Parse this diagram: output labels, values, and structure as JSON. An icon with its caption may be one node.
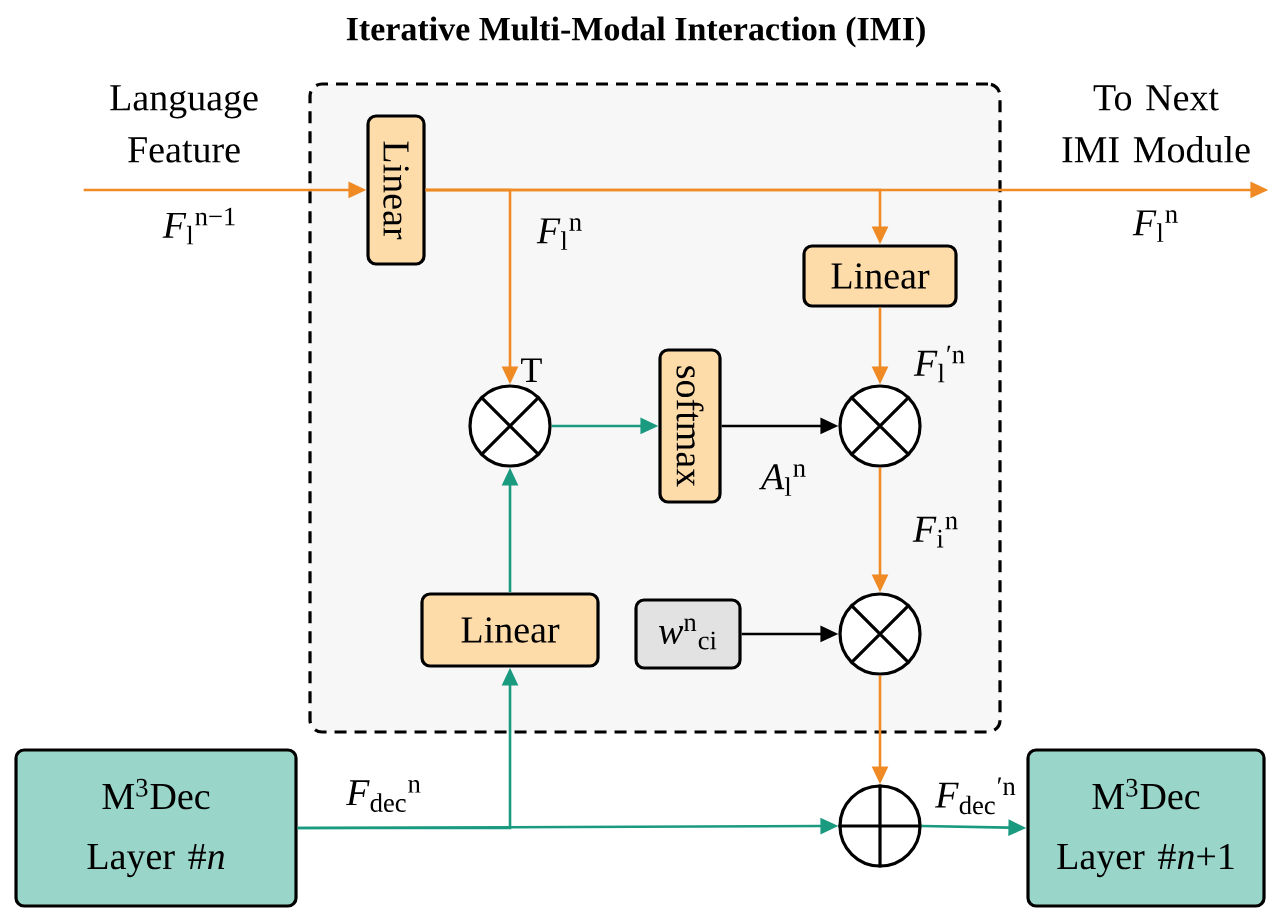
{
  "diagram": {
    "nodes": [
      {
        "text": [
          "Iterative Multi-Modal Interaction (IMI)"
        ]
      },
      {
        "text": [
          "Language Feature"
        ]
      },
      {
        "text": [
          "Linear"
        ],
        "in": 0
      },
      {
        "text": [
          "To Next IMI Module"
        ]
      },
      {
        "text": [
          "Linear"
        ],
        "in": 0
      },
      {
        "text": [],
        "shape": "circle",
        "beside": [
          "T"
        ],
        "in": 0
      },
      {
        "text": [
          "softmax"
        ],
        "in": 0
      },
      {
        "text": [],
        "shape": "circle",
        "in": 0
      },
      {
        "text": [],
        "shape": "circle",
        "in": 0
      },
      {
        "text": [
          "Linear"
        ],
        "in": 0
      },
      {
        "text": [
          "*w*$^{n}$$_{ci}$"
        ],
        "in": 0
      },
      {
        "text": [
          "M$^{3}$Dec Layer #*n*"
        ]
      },
      {
        "text": [],
        "shape": "circle"
      },
      {
        "text": [
          "M$^{3}$Dec Layer #*n*+1"
        ]
      }
    ],
    "edges": [
      {
        "from": 1,
        "to": 2,
        "arrow": "to",
        "label": "*F*$_{l}$$^{n−1}$"
      },
      {
        "from": 2,
        "to": 3,
        "arrow": "to",
        "label": "*F*$_{l}$$^{n}$"
      },
      {
        "from": 2,
        "to": 5,
        "arrow": "to",
        "label": "*F*$_{l}$$^{n}$"
      },
      {
        "from": 2,
        "to": 4,
        "arrow": "to"
      },
      {
        "from": 4,
        "to": 7,
        "arrow": "to",
        "label": "*F*$_{l}$$^{′n}$"
      },
      {
        "from": 5,
        "to": 6,
        "arrow": "to",
        "color": "#1a9a7f"
      },
      {
        "from": 6,
        "to": 7,
        "arrow": "to",
        "color": "#000000",
        "label": "*A*$_{l}$$^{n}$"
      },
      {
        "from": 7,
        "to": 8,
        "arrow": "to",
        "label": "*F*$_{i}$$^{n}$"
      },
      {
        "from": 10,
        "to": 8,
        "arrow": "to",
        "color": "#000000"
      },
      {
        "from": 9,
        "to": 5,
        "arrow": "to",
        "color": "#1a9a7f"
      },
      {
        "from": 11,
        "to": 9,
        "arrow": "to",
        "color": "#1a9a7f"
      },
      {
        "from": 11,
        "to": 12,
        "arrow": "to",
        "color": "#1a9a7f",
        "label": "*F*$_{dec}$$^{n}$"
      },
      {
        "from": 8,
        "to": 12,
        "arrow": "to"
      },
      {
        "from": 12,
        "to": 13,
        "arrow": "to",
        "color": "#1a9a7f",
        "label": "*F*$_{dec}$$^{′n}$"
      }
    ]
  }
}
